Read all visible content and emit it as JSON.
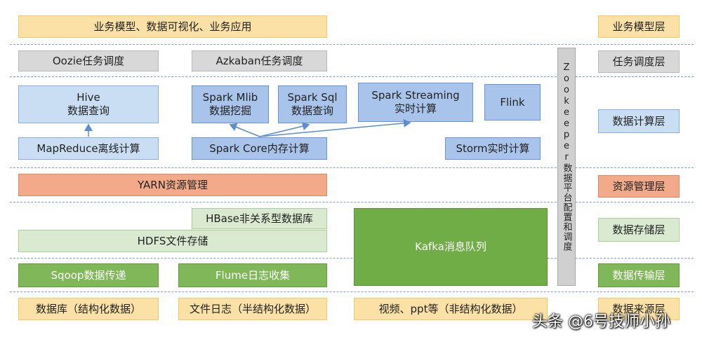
{
  "layers": {
    "business": "业务模型层",
    "scheduling": "任务调度层",
    "compute": "数据计算层",
    "resource": "资源管理层",
    "storage": "数据存储层",
    "transfer": "数据传输层",
    "source": "数据来源层"
  },
  "top_bar": "业务模型、数据可视化、业务应用",
  "scheduling": {
    "oozie": "Oozie任务调度",
    "azkaban": "Azkaban任务调度"
  },
  "compute": {
    "hive_line1": "Hive",
    "hive_line2": "数据查询",
    "mapreduce": "MapReduce离线计算",
    "spark_mlib_line1": "Spark Mlib",
    "spark_mlib_line2": "数据挖掘",
    "spark_sql_line1": "Spark Sql",
    "spark_sql_line2": "数据查询",
    "spark_streaming_line1": "Spark Streaming",
    "spark_streaming_line2": "实时计算",
    "flink": "Flink",
    "spark_core": "Spark Core内存计算",
    "storm": "Storm实时计算"
  },
  "resource": {
    "yarn": "YARN资源管理"
  },
  "storage": {
    "hbase": "HBase非关系型数据库",
    "hdfs": "HDFS文件存储",
    "kafka": "Kafka消息队列"
  },
  "transfer": {
    "sqoop": "Sqoop数据传递",
    "flume": "Flume日志收集"
  },
  "source": {
    "database": "数据库（结构化数据）",
    "files": "文件日志（半结构化数据）",
    "video": "视频、ppt等（非结构化数据）"
  },
  "zookeeper": "Zookeeper数据平台配置和调度",
  "watermark": "头条 @6号技师小孙",
  "colors": {
    "yellow": "#fbe1a6",
    "gray": "#d8d8d8",
    "blue": "#c9ddf3",
    "blue_dark": "#a9c4ea",
    "orange": "#f2aa8a",
    "green_light": "#d9ead0",
    "green": "#70ad47",
    "dashed_line": "#7e9cc8"
  }
}
